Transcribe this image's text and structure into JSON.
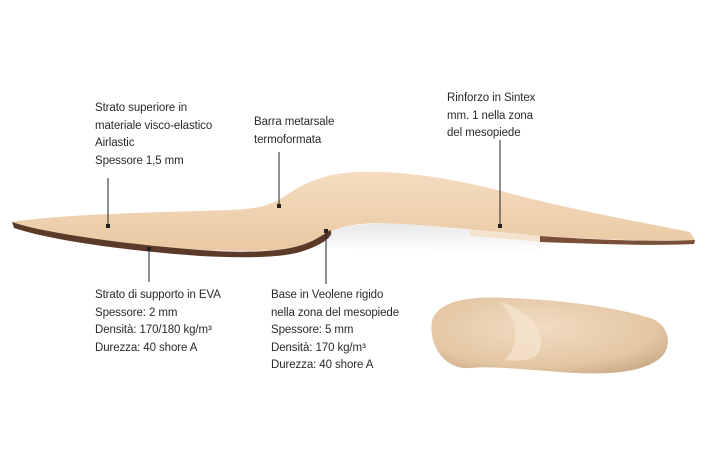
{
  "labels": {
    "top_layer": {
      "lines": [
        "Strato superiore in",
        "materiale visco-elastico",
        "Airlastic",
        "Spessore 1,5 mm"
      ]
    },
    "metatarsal_bar": {
      "lines": [
        "Barra metarsale",
        "termoformata"
      ]
    },
    "sintex_reinforcement": {
      "lines": [
        "Rinforzo in Sintex",
        "mm. 1 nella zona",
        "del mesopiede"
      ]
    },
    "eva_support": {
      "lines": [
        "Strato di supporto in EVA",
        "Spessore: 2 mm",
        "Densità: 170/180 kg/m³",
        "Durezza: 40 shore A"
      ]
    },
    "veolene_base": {
      "lines": [
        "Base in Veolene rigido",
        "nella zona del mesopiede",
        "Spessore: 5 mm",
        "Densità: 170 kg/m³",
        "Durezza: 40 shore A"
      ]
    }
  },
  "colors": {
    "insole_top": "#f0d5b3",
    "insole_side": "#e6c59f",
    "insole_bottom_layer": "#5c3a2a",
    "callout_line": "#222222"
  }
}
